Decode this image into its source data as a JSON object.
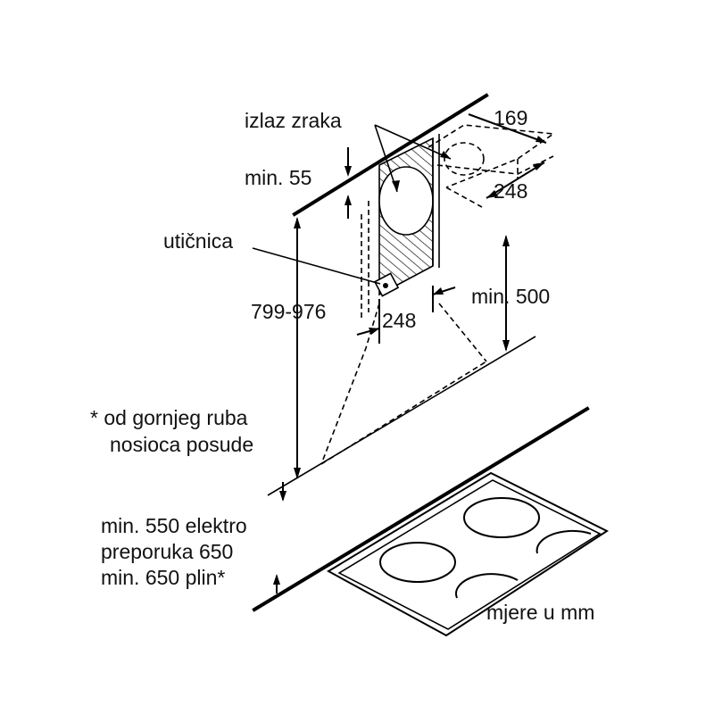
{
  "labels": {
    "air_outlet": "izlaz zraka",
    "min_55": "min. 55",
    "socket": "utičnica",
    "height_range": "799-976",
    "dim_169": "169",
    "dim_248_top": "248",
    "dim_248_bottom": "248",
    "min_500": "min. 500",
    "note_line1": "* od gornjeg ruba",
    "note_line2": "nosioca posude",
    "clear_line1": "min. 550 elektro",
    "clear_line2": "preporuka 650",
    "clear_line3": "min. 650 plin*",
    "units": "mjere u mm"
  }
}
